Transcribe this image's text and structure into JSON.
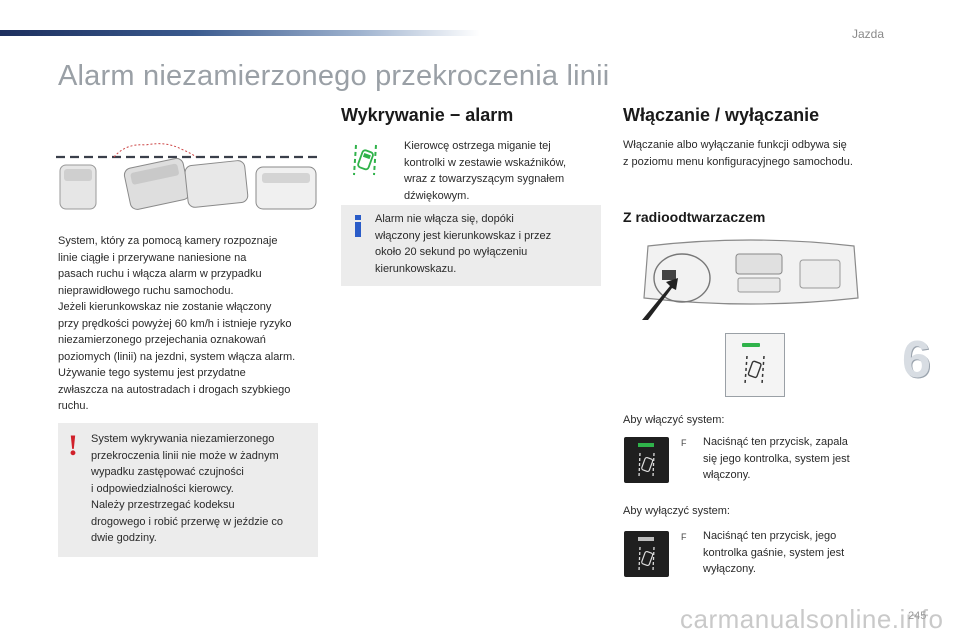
{
  "header": {
    "section": "Jazda"
  },
  "title": "Alarm niezamierzonego przekroczenia linii",
  "left": {
    "description": "System, który za pomocą kamery rozpoznaje\nlinie ciągłe i przerywane naniesione na\npasach ruchu i włącza alarm w przypadku\nnieprawidłowego ruchu samochodu.\nJeżeli kierunkowskaz nie zostanie włączony\nprzy prędkości powyżej 60 km/h i istnieje ryzyko\nniezamierzonego przejechania oznakowań\npoziomych (linii) na jezdni, system włącza alarm.\nUżywanie tego systemu jest przydatne\nzwłaszcza na autostradach i drogach szybkiego\nruchu.",
    "warning": "System wykrywania niezamierzonego\nprzekroczenia linii nie może w żadnym\nwypadku zastępować czujności\ni odpowiedzialności kierowcy.\nNależy przestrzegać kodeksu\ndrogowego i robić przerwę w jeździe co\ndwie godziny."
  },
  "middle": {
    "heading": "Wykrywanie − alarm",
    "detection_text": "Kierowcę ostrzega miganie tej\nkontrolki w zestawie wskaźników,\nwraz z towarzyszącym sygnałem\ndźwiękowym.",
    "info": "Alarm nie włącza się, dopóki\nwłączony jest kierunkowskaz i przez\nokoło 20 sekund po wyłączeniu\nkierunkowskazu."
  },
  "right": {
    "heading": "Włączanie / wyłączanie",
    "intro": "Włączanie albo wyłączanie funkcji odbywa się\nz poziomu menu konfiguracyjnego samochodu.",
    "subheading": "Z radioodtwarzaczem",
    "enable_label": "Aby włączyć system:",
    "enable_step": "Naciśnąć ten przycisk, zapala\nsię jego kontrolka, system jest\nwłączony.",
    "disable_label": "Aby wyłączyć system:",
    "disable_step": "Naciśnąć ten przycisk, jego\nkontrolka gaśnie, system jest\nwyłączony.",
    "bullet": "F"
  },
  "chapter": "6",
  "page_number": "245",
  "watermark": "carmanualsonline.info",
  "colors": {
    "warning_red": "#d0202a",
    "info_blue": "#2a5cc8",
    "indicator_green": "#2fb24a",
    "box_gray": "#ececec",
    "title_gray": "#9aa0a6"
  },
  "icons": [
    "lane-departure-icon",
    "warning-icon",
    "info-icon",
    "lane-button-icon"
  ]
}
